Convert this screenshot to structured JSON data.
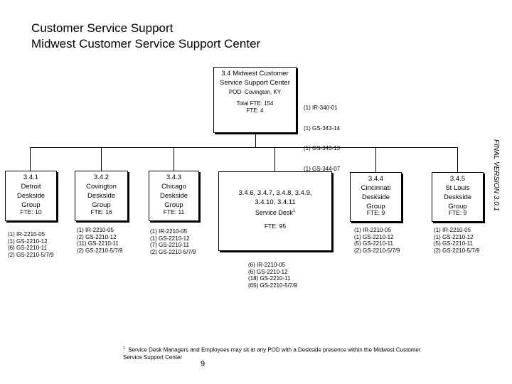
{
  "header": {
    "title": "Customer Service Support",
    "subtitle": "Midwest Customer Service Support Center"
  },
  "root": {
    "lines": [
      "3.4 Midwest Customer",
      "Service Support Center"
    ],
    "pod": "POD- Covington, KY",
    "total_fte": "Total FTE: 154",
    "fte": "FTE: 4",
    "positions": [
      "(1) IR-340-01",
      "(1) GS-343-14",
      "(1) GS-343-13",
      "(1) GS-344-07"
    ]
  },
  "groups": [
    {
      "lines": [
        "3.4.1",
        "Detroit",
        "Deskside",
        "Group"
      ],
      "fte": "FTE: 10",
      "positions": [
        "(1) IR-2210-05",
        "(1) GS-2210-12",
        "(6) GS-2210-11",
        "(2) GS-2210-5/7/9"
      ]
    },
    {
      "lines": [
        "3.4.2",
        "Covington",
        "Deskside",
        "Group"
      ],
      "fte": "FTE: 16",
      "positions": [
        "(1) IR-2210-05",
        "(2) GS-2210-12",
        "(11) GS-2210-11",
        "(2) GS-2210-5/7/9"
      ]
    },
    {
      "lines": [
        "3.4.3",
        "Chicago",
        "Deskside",
        "Group"
      ],
      "fte": "FTE: 11",
      "positions": [
        "(1) IR-2210-05",
        "(1) GS-2210-12",
        "(7) GS-2210-11",
        "(2) GS-2210-5/7/9"
      ]
    },
    {
      "lines": [
        "3.4.6, 3.4.7, 3.4.8, 3.4.9,",
        "3.4.10, 3.4.11",
        "Service Desk"
      ],
      "sup": "1",
      "fte": "FTE: 95",
      "positions": [
        "(6) IR-2210-05",
        "(6) GS-2210-12",
        "(18) GS-2210-11",
        "(65) GS-2210-5/7/9"
      ]
    },
    {
      "lines": [
        "3.4.4",
        "Cincinnati",
        "Deskside",
        "Group"
      ],
      "fte": "FTE: 9",
      "positions": [
        "(1) IR-2210-05",
        "(1) GS-2210-12",
        "(5) GS-2210-11",
        "(2) GS-2210-5/7/9"
      ]
    },
    {
      "lines": [
        "3.4.5",
        "St Louis",
        "Deskside",
        "Group"
      ],
      "fte": "FTE: 9",
      "positions": [
        "(1) IR-2210-05",
        "(1) GS-2210-12",
        "(5) GS-2210-11",
        "(2) GS-2210-5/7/9"
      ]
    }
  ],
  "footnote": {
    "marker": "1",
    "text": "Service Desk Managers and Employees may sit at any POD with a Deskside presence within the Midwest Customer Service Support Center"
  },
  "page_number": "9",
  "version": "FINAL VERSION 3.0.1"
}
